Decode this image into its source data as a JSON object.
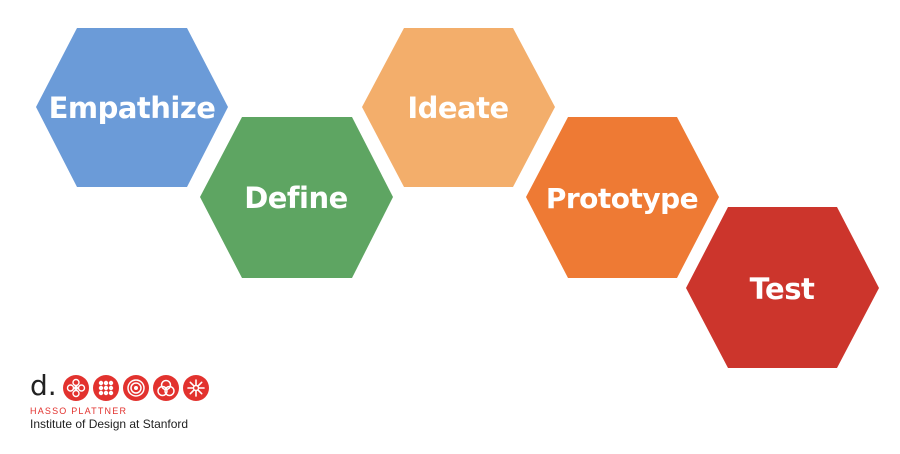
{
  "colors": {
    "empathize": "#6b9bd8",
    "define": "#5ea562",
    "ideate": "#f3ae6b",
    "prototype": "#ee7a34",
    "test": "#cc352c",
    "logo_red": "#e2322e"
  },
  "stages": [
    {
      "key": "empathize",
      "label": "Empathize"
    },
    {
      "key": "define",
      "label": "Define"
    },
    {
      "key": "ideate",
      "label": "Ideate"
    },
    {
      "key": "prototype",
      "label": "Prototype"
    },
    {
      "key": "test",
      "label": "Test"
    }
  ],
  "logo": {
    "mark": "d.",
    "icons": [
      "flower-icon",
      "dots-icon",
      "rings-icon",
      "knot-icon",
      "burst-icon"
    ],
    "line1": "HASSO PLATTNER",
    "line2": "Institute of Design at Stanford"
  }
}
